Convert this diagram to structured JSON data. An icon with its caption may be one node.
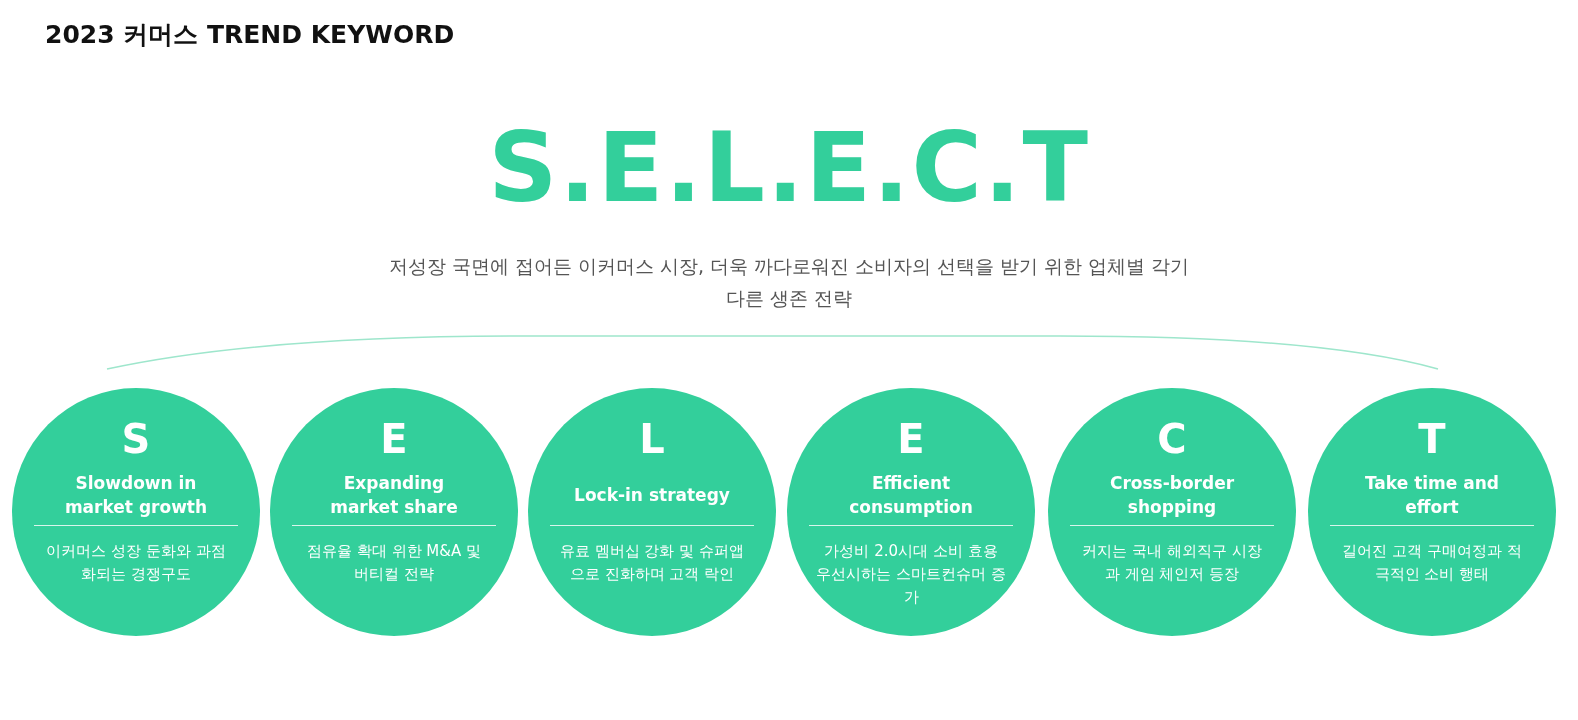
{
  "diagram": {
    "title": "2023 커머스 TREND KEYWORD",
    "nodes": [
      {
        "text": [
          "S",
          "Slowdown in market growth",
          "이커머스 성장 둔화와 과점화되는 경쟁구도"
        ]
      },
      {
        "text": [
          "E",
          "Expanding market share",
          "점유율 확대 위한 M&A 및 버티컬 전략"
        ]
      },
      {
        "text": [
          "L",
          "Lock-in strategy",
          "유료 멤버십 강화 및 슈퍼앱으로 진화하며 고객 락인"
        ]
      },
      {
        "text": [
          "E",
          "Efficient consumption",
          "가성비 2.0시대 소비 효용 우선시하는 스마트컨슈머 증가"
        ]
      },
      {
        "text": [
          "C",
          "Cross-border shopping",
          "커지는 국내 해외직구 시장과 게임 체인저 등장"
        ]
      },
      {
        "text": [
          "T",
          "Take time and effort",
          "길어진 고객 구매여정과 적극적인 소비 행태"
        ]
      }
    ],
    "labels": [
      "S.E.L.E.C.T",
      "저성장 국면에 접어든 이커머스 시장, 더욱 까다로워진 소비자의 선택을 받기 위한 업체별 각기 다른 생존 전략"
    ]
  }
}
